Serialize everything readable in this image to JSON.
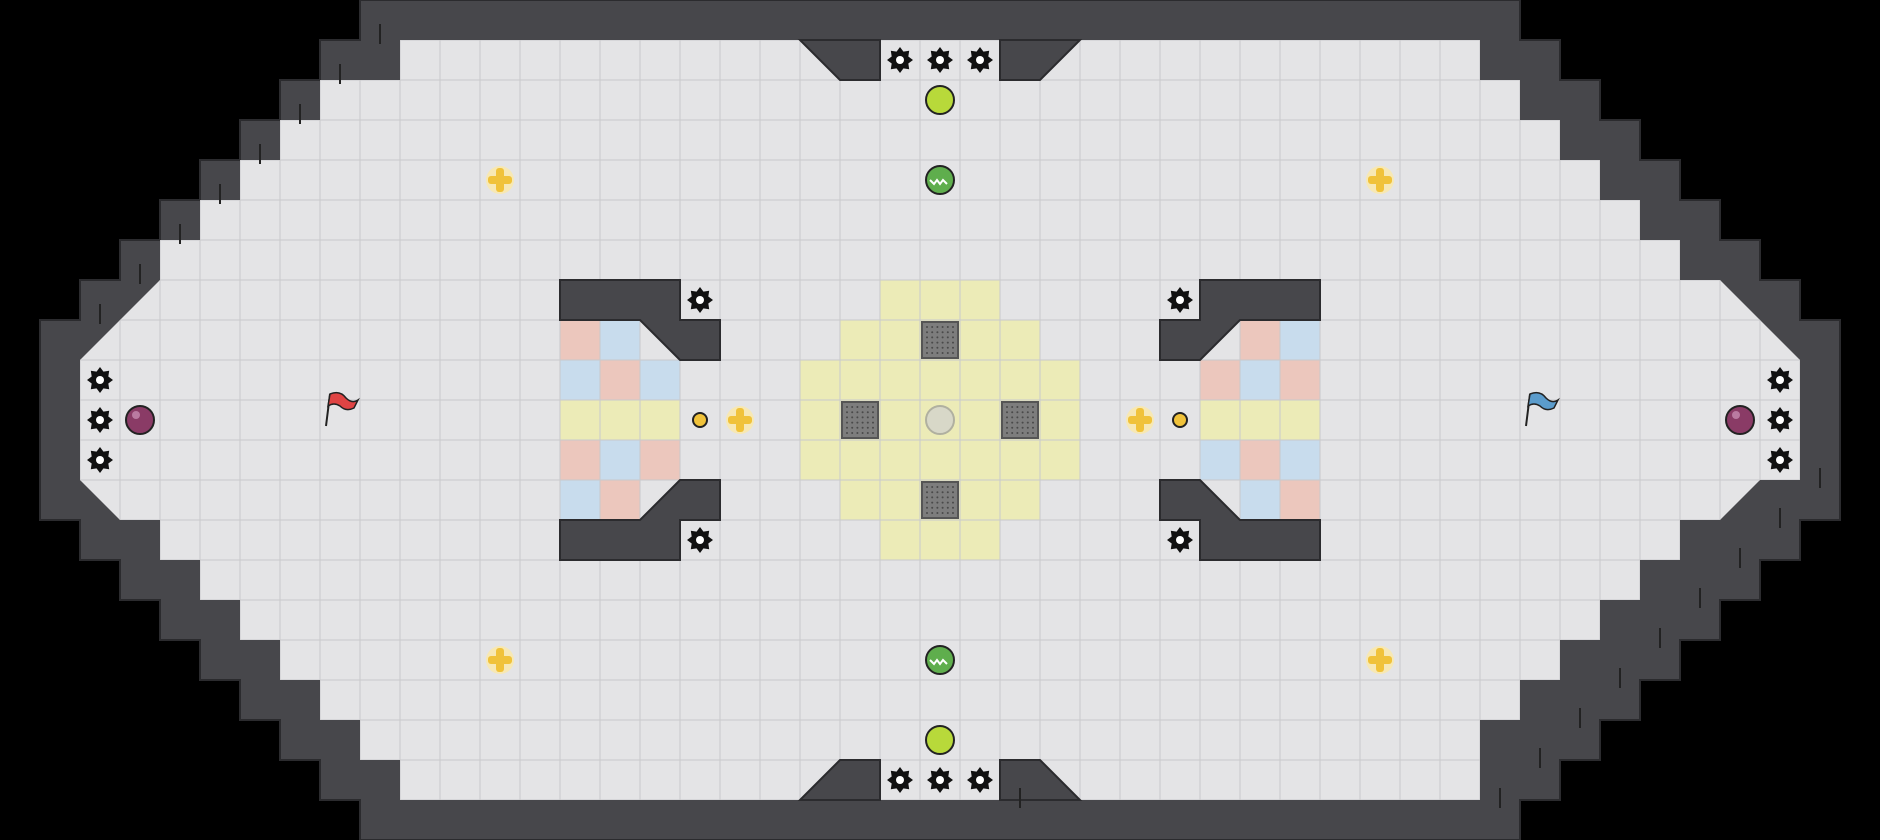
{
  "game": {
    "type": "capture-the-flag arena map",
    "colors": {
      "background": "#000000",
      "wall": "#47474b",
      "wall_edge": "#2b2b2e",
      "floor": "#e4e4e6",
      "floor_line": "#c9c9cc",
      "red_team_tile": "#ecc7bd",
      "blue_team_tile": "#c8dced",
      "neutral_zone_tile": "#ecebb7",
      "speed_pad": "#d2d8b3",
      "gate": "#7d7d7d",
      "red_flag": "#e04444",
      "blue_flag": "#5b9ccc",
      "bomb": "#8a3b66",
      "boost": "#f0c23a",
      "button": "#f0c23a",
      "powerup_lime": "#b8d93a",
      "powerup_green": "#5fae4d",
      "spike": "#111111"
    },
    "icons": {
      "red_flag": "red-flag-icon",
      "blue_flag": "blue-flag-icon",
      "bomb": "bomb-icon",
      "spike": "spike-gear-icon",
      "boost": "boost-cross-icon",
      "button": "button-dot-icon",
      "powerup": "powerup-orb-icon",
      "gate": "gate-icon"
    },
    "objects": {
      "red_flag": {
        "team": "red"
      },
      "blue_flag": {
        "team": "blue"
      },
      "bombs": [
        "left",
        "right"
      ],
      "boosts": [
        "top-left",
        "top-right",
        "mid-left",
        "mid-right",
        "bottom-left",
        "bottom-right"
      ],
      "buttons": [
        "left",
        "right"
      ],
      "powerups": [
        "top-lime",
        "top-green",
        "bottom-green",
        "bottom-lime",
        "center-neutral"
      ],
      "gates": [
        "top",
        "left",
        "right",
        "bottom"
      ]
    }
  }
}
